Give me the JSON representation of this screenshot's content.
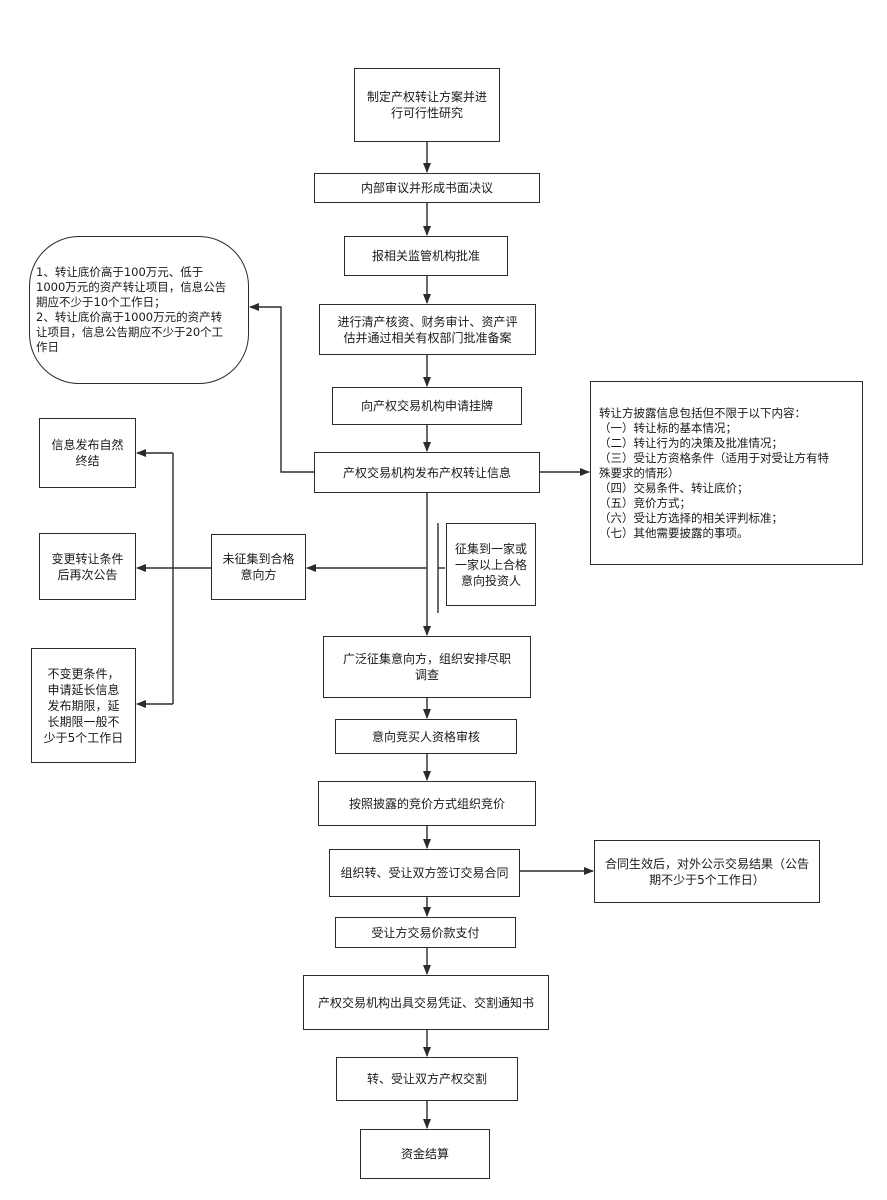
{
  "nodes": {
    "n1": "制定产权转让方案并进\n行可行性研究",
    "n2": "内部审议并形成书面决议",
    "n3": "报相关监管机构批准",
    "n4": "进行清产核资、财务审计、资产评\n估并通过相关有权部门批准备案",
    "n5": "向产权交易机构申请挂牌",
    "n6": "产权交易机构发布产权转让信息",
    "note_left": "1、转让底价高于100万元、低于\n1000万元的资产转让项目，信息公告\n期应不少于10个工作日；\n2、转让底价高于1000万元的资产转\n让项目，信息公告期应不少于20个工\n作日",
    "note_right": "转让方披露信息包括但不限于以下内容：\n（一）转让标的基本情况；\n（二）转让行为的决策及批准情况；\n（三）受让方资格条件（适用于对受让方有特\n殊要求的情形）\n（四）交易条件、转让底价；\n（五）竞价方式；\n（六）受让方选择的相关评判标准；\n（七）其他需要披露的事项。",
    "no_qualified": "未征集到合格\n意向方",
    "qualified": "征集到一家或\n一家以上合格\n意向投资人",
    "end_auto": "信息发布自然\n终结",
    "change_cond": "变更转让条件\n后再次公告",
    "extend": "不变更条件，\n申请延长信息\n发布期限，延\n长期限一般不\n少于5个工作日",
    "n7": "广泛征集意向方，组织安排尽职\n调查",
    "n8": "意向竞买人资格审核",
    "n9": "按照披露的竞价方式组织竞价",
    "n10": "组织转、受让双方签订交易合同",
    "contract_effect": "合同生效后，对外公示交易结果（公告\n期不少于5个工作日）",
    "n11": "受让方交易价款支付",
    "n12": "产权交易机构出具交易凭证、交割通知书",
    "n13": "转、受让双方产权交割",
    "n14": "资金结算"
  }
}
